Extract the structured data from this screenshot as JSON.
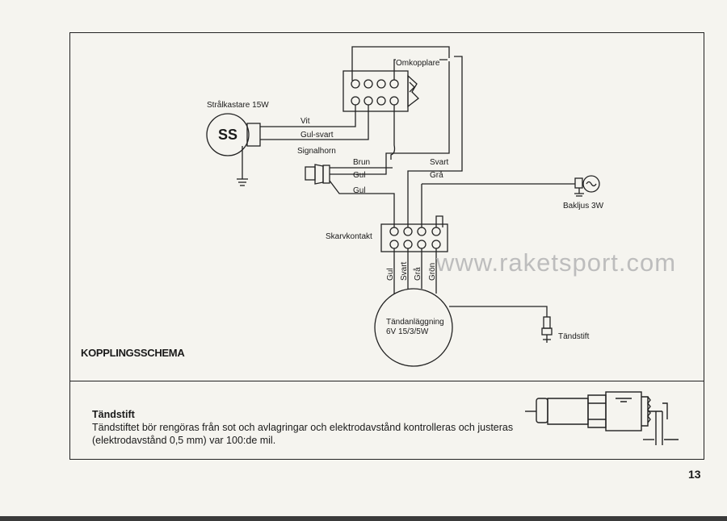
{
  "diagram": {
    "title": "KOPPLINGSSCHEMA",
    "components": {
      "headlight": "Strålkastare 15W",
      "switch": "Omkopplare",
      "horn": "Signalhorn",
      "taillight": "Bakljus 3W",
      "junction": "Skarvkontakt",
      "ignition_line1": "Tändanläggning",
      "ignition_line2": "6V  15/3/5W",
      "sparkplug": "Tändstift"
    },
    "wires": {
      "vit": "Vit",
      "gul_svart": "Gul-svart",
      "brun": "Brun",
      "gul1": "Gul",
      "gul2": "Gul",
      "svart": "Svart",
      "gra": "Grå"
    },
    "vertical_wires": [
      "Gul",
      "Svart",
      "Grå",
      "Grön"
    ],
    "watermark": "www.raketsport.com"
  },
  "section": {
    "heading": "Tändstift",
    "body": "Tändstiftet bör rengöras från sot och avlagringar och elektrodavstånd kontrolleras och justeras (elektrodavstånd 0,5 mm) var 100:de mil."
  },
  "page_number": "13"
}
